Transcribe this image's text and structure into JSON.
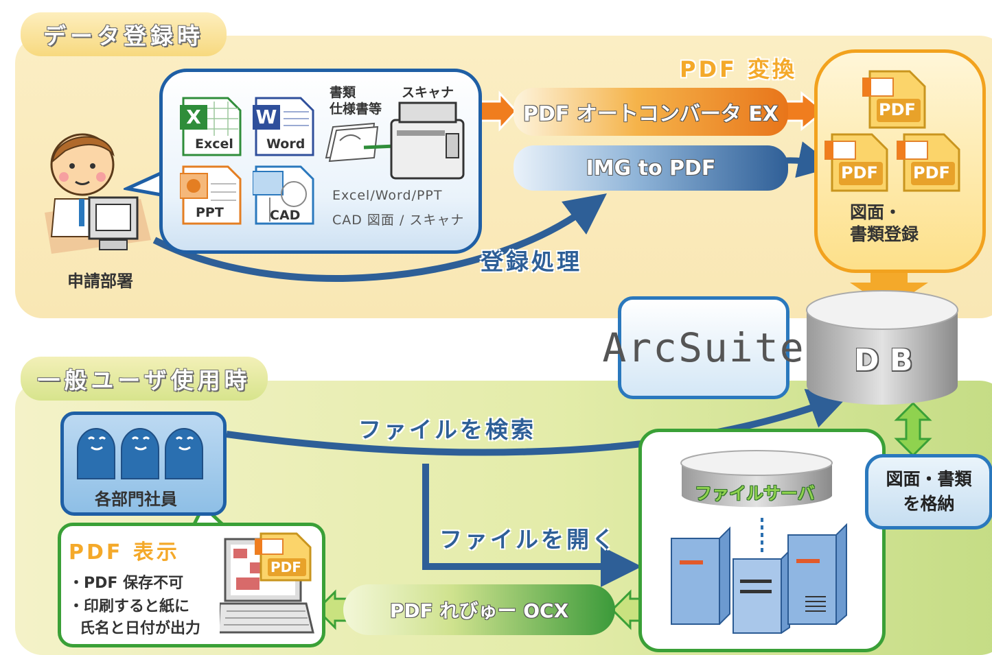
{
  "sections": {
    "top_title": "データ登録時",
    "bottom_title": "一般ユーザ使用時"
  },
  "applicant": {
    "label": "申請部署"
  },
  "bubble": {
    "excel": "Excel",
    "word": "Word",
    "ppt": "PPT",
    "cad": "CAD",
    "docs_line1": "書類",
    "docs_line2": "仕様書等",
    "scanner": "スキャナ",
    "sources_line1": "Excel/Word/PPT",
    "sources_line2": "CAD 図面 / スキャナ"
  },
  "conversion": {
    "title": "PDF 変換",
    "tool1": "PDF オートコンバータ EX",
    "tool2": "IMG to PDF"
  },
  "register": {
    "label": "登録処理"
  },
  "pdf_store": {
    "badge": "PDF",
    "line1": "図面・",
    "line2": "書類登録"
  },
  "arcsuite": {
    "label": "ArcSuite"
  },
  "db": {
    "label": "D B"
  },
  "users": {
    "label": "各部門社員"
  },
  "search": {
    "label": "ファイルを検索"
  },
  "open": {
    "label": "ファイルを開く"
  },
  "fileserver": {
    "label": "ファイルサーバ"
  },
  "store": {
    "line1": "図面・書類",
    "line2": "を格納"
  },
  "ocx": {
    "label": "PDF れびゅー OCX"
  },
  "pdf_view": {
    "title": "PDF 表示",
    "bullet1": "・PDF 保存不可",
    "bullet2": "・印刷すると紙に",
    "bullet3": "氏名と日付が出力"
  },
  "colors": {
    "orange": "#f4a92a",
    "blue": "#2e5f97",
    "green": "#3aa037"
  }
}
